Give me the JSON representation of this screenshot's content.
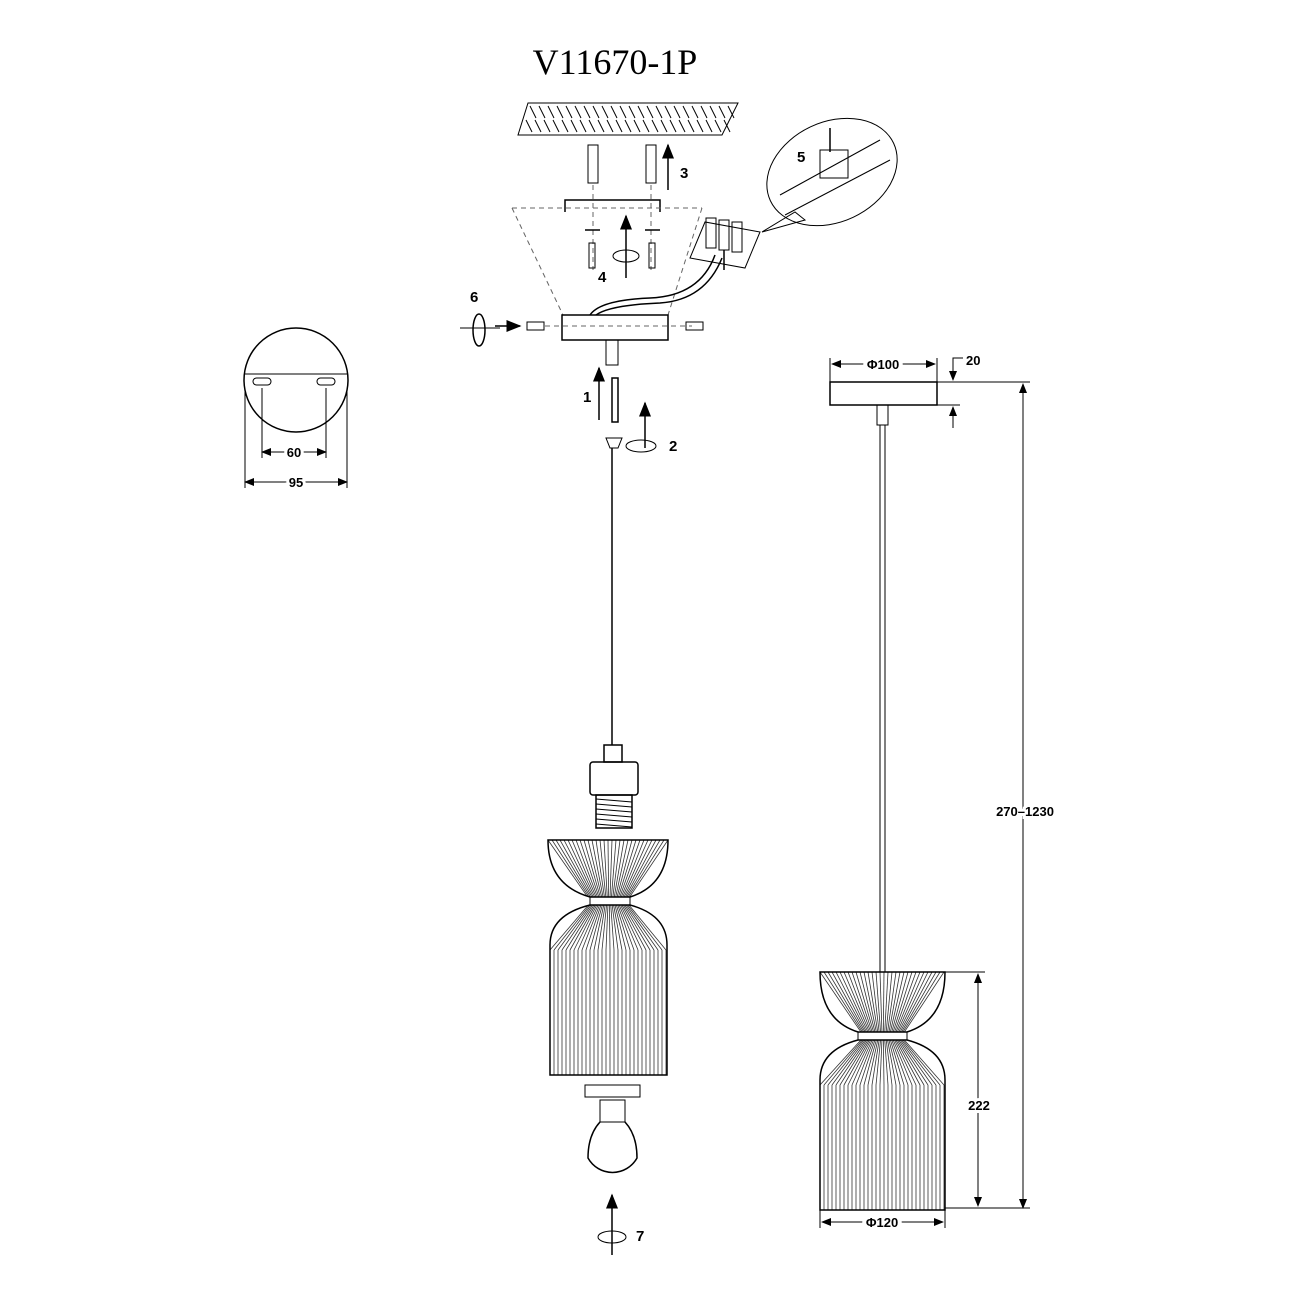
{
  "title": "V11670-1P",
  "steps": [
    "1",
    "2",
    "3",
    "4",
    "5",
    "6",
    "7"
  ],
  "dimensions": {
    "slot_spacing": "60",
    "plate_width": "95",
    "canopy_diameter": "Φ100",
    "canopy_height": "20",
    "total_height": "270–1230",
    "shade_height": "222",
    "shade_diameter": "Φ120"
  }
}
